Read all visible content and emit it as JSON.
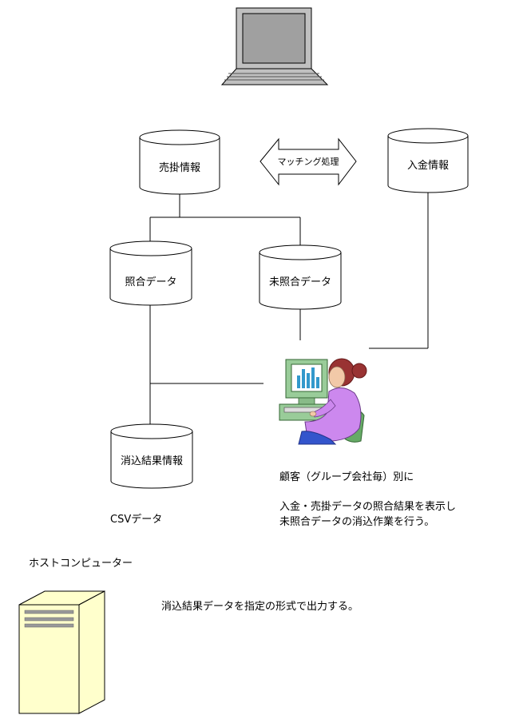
{
  "nodes": {
    "sales": "売掛情報",
    "payment": "入金情報",
    "matched": "照合データ",
    "unmatched": "未照合データ",
    "result": "消込結果情報"
  },
  "matching_label": "マッチング処理",
  "csv_label": "CSVデータ",
  "operator_note": {
    "line1": "顧客（グループ会社毎）別に",
    "line2": "入金・売掛データの照合結果を表示し",
    "line3": "未照合データの消込作業を行う。"
  },
  "host_label": "ホストコンピューター",
  "host_note": "消込結果データを指定の形式で出力する。",
  "icons": [
    "laptop-icon",
    "operator-icon",
    "server-icon"
  ],
  "colors": {
    "line": "#000000",
    "server_fill": "#ffffcc",
    "laptop_body": "#c0c0c0",
    "laptop_screen": "#a0a0a0",
    "operator_sweater": "#cc88ee",
    "operator_hair": "#993333",
    "chair": "#66aa66"
  }
}
